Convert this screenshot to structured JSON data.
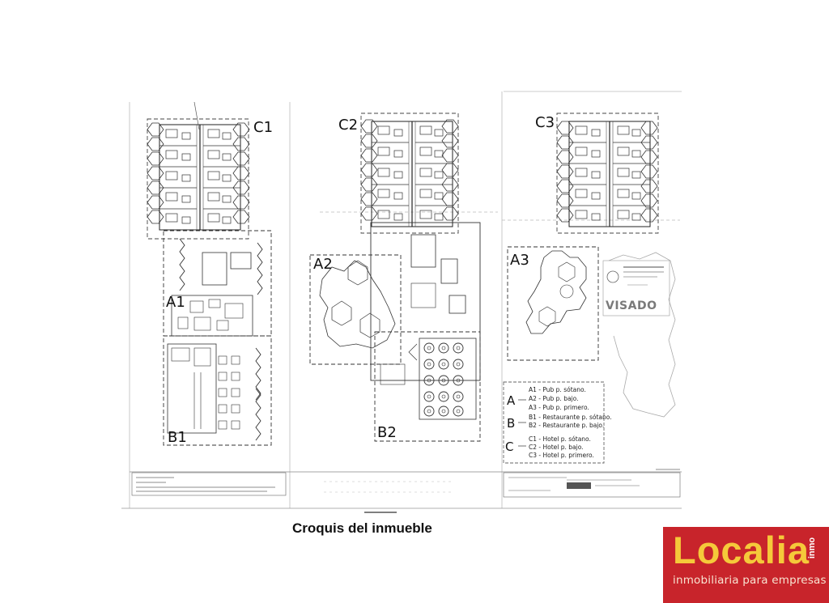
{
  "caption": "Croquis del inmueble",
  "logo": {
    "word": "Localia",
    "side": "inmo",
    "tagline": "inmobiliaria para empresas",
    "colors": {
      "background": "#c8242b",
      "word": "#f5c93a",
      "tagline": "#f8e2d0"
    }
  },
  "plan_labels": {
    "c1": "C1",
    "c2": "C2",
    "c3": "C3",
    "a1": "A1",
    "a2": "A2",
    "a3": "A3",
    "b1": "B1",
    "b2": "B2"
  },
  "legend": {
    "groups": [
      {
        "letter": "A",
        "items": [
          "A1 - Pub p. sótano.",
          "A2 - Pub p. bajo.",
          "A3 - Pub p. primero."
        ]
      },
      {
        "letter": "B",
        "items": [
          "B1 - Restaurante p. sótano.",
          "B2 - Restaurante p. bajo."
        ]
      },
      {
        "letter": "C",
        "items": [
          "C1 - Hotel p. sótano.",
          "C2 - Hotel p. bajo.",
          "C3 - Hotel p. primero."
        ]
      }
    ]
  },
  "stamp": {
    "text": "VISADO"
  }
}
